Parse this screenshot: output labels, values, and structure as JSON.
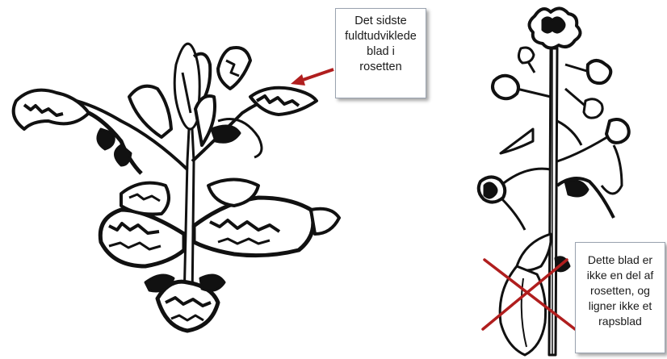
{
  "callouts": {
    "left": [
      "Det sidste",
      "fuldtudviklede",
      "blad i",
      "rosetten"
    ],
    "right": [
      "Dette blad er",
      "ikke en del af",
      "rosetten, og",
      "ligner ikke et",
      "rapsblad"
    ]
  },
  "colors": {
    "arrow": "#b01e1e",
    "cross": "#b01e1e",
    "ink": "#111111",
    "border": "#9aa3b0"
  }
}
